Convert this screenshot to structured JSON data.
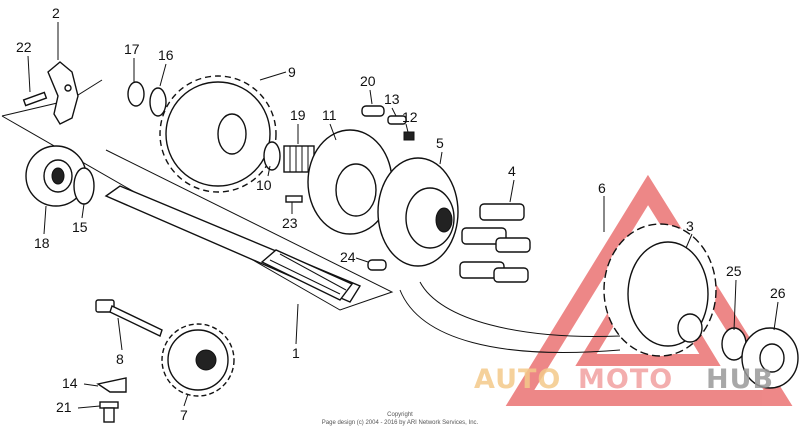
{
  "diagram": {
    "callouts": [
      {
        "id": "c2",
        "text": "2"
      },
      {
        "id": "c22",
        "text": "22"
      },
      {
        "id": "c17",
        "text": "17"
      },
      {
        "id": "c16",
        "text": "16"
      },
      {
        "id": "c9",
        "text": "9"
      },
      {
        "id": "c20",
        "text": "20"
      },
      {
        "id": "c13",
        "text": "13"
      },
      {
        "id": "c12",
        "text": "12"
      },
      {
        "id": "c19",
        "text": "19"
      },
      {
        "id": "c11",
        "text": "11"
      },
      {
        "id": "c5",
        "text": "5"
      },
      {
        "id": "c4",
        "text": "4"
      },
      {
        "id": "c6",
        "text": "6"
      },
      {
        "id": "c3",
        "text": "3"
      },
      {
        "id": "c10",
        "text": "10"
      },
      {
        "id": "c23",
        "text": "23"
      },
      {
        "id": "c18",
        "text": "18"
      },
      {
        "id": "c15",
        "text": "15"
      },
      {
        "id": "c24",
        "text": "24"
      },
      {
        "id": "c1",
        "text": "1"
      },
      {
        "id": "c8",
        "text": "8"
      },
      {
        "id": "c14",
        "text": "14"
      },
      {
        "id": "c21",
        "text": "21"
      },
      {
        "id": "c7",
        "text": "7"
      },
      {
        "id": "c25",
        "text": "25"
      },
      {
        "id": "c26",
        "text": "26"
      }
    ],
    "copyright_line1": "Copyright",
    "copyright_line2": "Page design (c) 2004 - 2016 by ARI Network Services, Inc.",
    "watermark": {
      "part_a": "AUTO",
      "part_b": "MOTO",
      "part_c": "HUB"
    },
    "colors": {
      "line": "#111111",
      "watermark_red": "#e03030",
      "watermark_orange": "#f0b060"
    }
  }
}
